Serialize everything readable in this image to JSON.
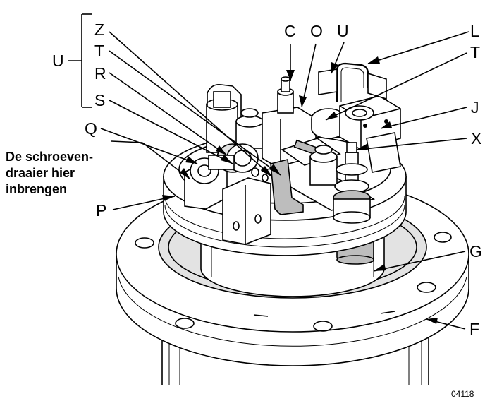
{
  "callouts": {
    "Z": "Z",
    "T1": "T",
    "R": "R",
    "S": "S",
    "U1": "U",
    "Q": "Q",
    "P": "P",
    "C": "C",
    "O": "O",
    "U2": "U",
    "L": "L",
    "T2": "T",
    "J": "J",
    "X": "X",
    "G": "G",
    "F": "F"
  },
  "note": {
    "line1": "De schroeven-",
    "line2": "draaier hier",
    "line3": "inbrengen"
  },
  "figure_code": "04118"
}
